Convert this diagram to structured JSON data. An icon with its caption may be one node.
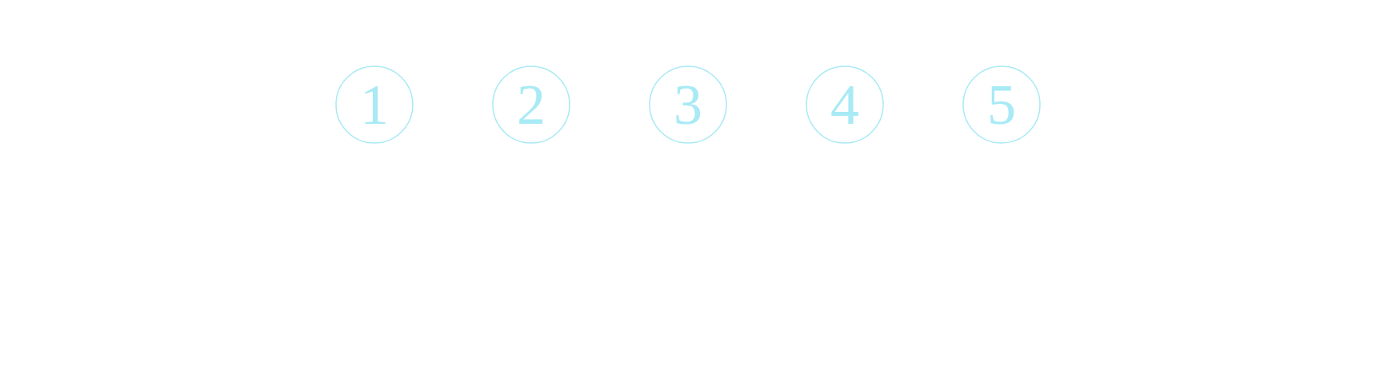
{
  "diagram": {
    "nodes": [
      {
        "text": [
          "1"
        ]
      },
      {
        "text": [
          "2"
        ]
      },
      {
        "text": [
          "3"
        ]
      },
      {
        "text": [
          "4"
        ]
      },
      {
        "text": [
          "5"
        ]
      }
    ],
    "edges": []
  }
}
